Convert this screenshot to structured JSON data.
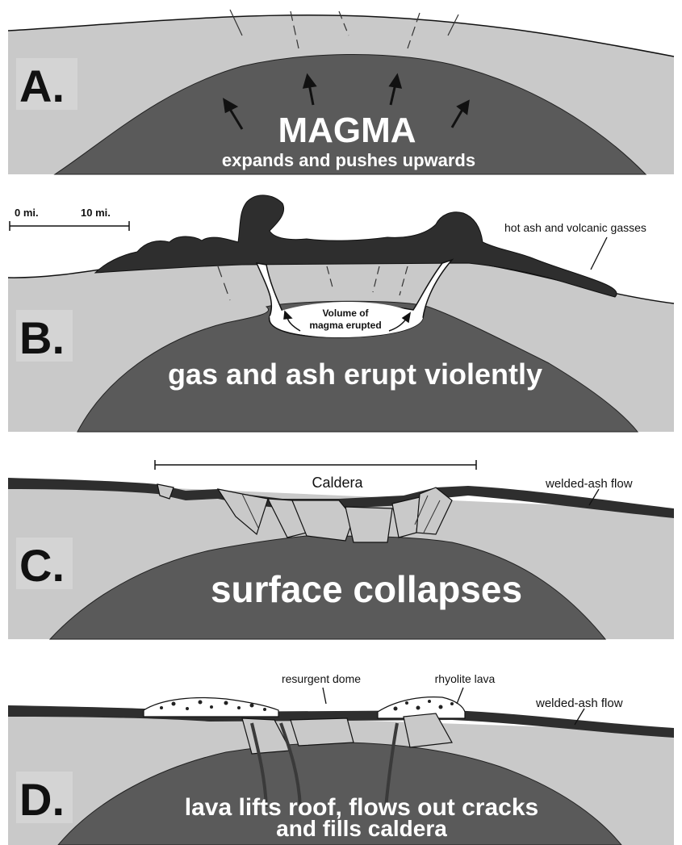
{
  "panels": {
    "a": {
      "letter": "A.",
      "title": "MAGMA",
      "subtitle": "expands and pushes upwards"
    },
    "b": {
      "letter": "B.",
      "scale_start": "0 mi.",
      "scale_end": "10 mi.",
      "label_ash": "hot ash and volcanic gasses",
      "label_volume_1": "Volume of",
      "label_volume_2": "magma  erupted",
      "caption": "gas and ash erupt violently"
    },
    "c": {
      "letter": "C.",
      "label_caldera": "Caldera",
      "label_flow": "welded-ash flow",
      "caption": "surface collapses"
    },
    "d": {
      "letter": "D.",
      "label_dome": "resurgent  dome",
      "label_rhyolite": "rhyolite lava",
      "label_flow": "welded-ash flow",
      "caption_1": "lava lifts roof, flows out cracks",
      "caption_2": "and fills caldera"
    }
  },
  "colors": {
    "crust": "#c9c9c9",
    "magma": "#5a5a5a",
    "ash": "#2e2e2e",
    "line": "#111111"
  }
}
